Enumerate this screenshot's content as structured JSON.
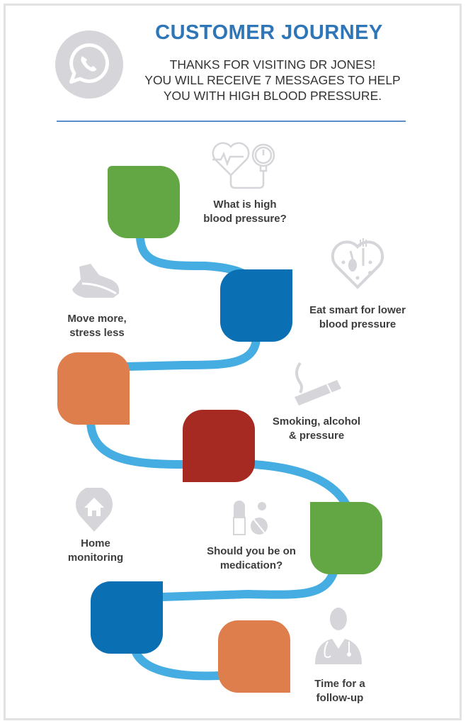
{
  "header": {
    "title": "CUSTOMER JOURNEY",
    "subtitle_lines": [
      "THANKS FOR VISITING DR JONES!",
      "YOU WILL RECEIVE 7 MESSAGES TO HELP",
      "YOU WITH HIGH BLOOD PRESSURE."
    ],
    "icon": "whatsapp-icon"
  },
  "colors": {
    "title": "#2f76b9",
    "path": "#45ade1",
    "green": "#62a744",
    "blue": "#0b6fb3",
    "orange": "#df7e4d",
    "red": "#a62a22",
    "icon_gray": "#d6d6da"
  },
  "steps": [
    {
      "label_lines": [
        "What is high",
        "blood pressure?"
      ],
      "icon": "heart-blood-pressure-gauge-icon",
      "color": "green"
    },
    {
      "label_lines": [
        "Eat smart for lower",
        "blood pressure"
      ],
      "icon": "heart-food-icon",
      "color": "blue"
    },
    {
      "label_lines": [
        "Move more,",
        "stress less"
      ],
      "icon": "running-shoe-icon",
      "color": "orange"
    },
    {
      "label_lines": [
        "Smoking, alcohol",
        "& pressure"
      ],
      "icon": "cigarette-icon",
      "color": "red"
    },
    {
      "label_lines": [
        "Should you be on",
        "medication?"
      ],
      "icon": "pills-icon",
      "color": "green"
    },
    {
      "label_lines": [
        "Home",
        "monitoring"
      ],
      "icon": "home-pin-icon",
      "color": "blue"
    },
    {
      "label_lines": [
        "Time for a",
        "follow-up"
      ],
      "icon": "doctor-icon",
      "color": "orange"
    }
  ]
}
